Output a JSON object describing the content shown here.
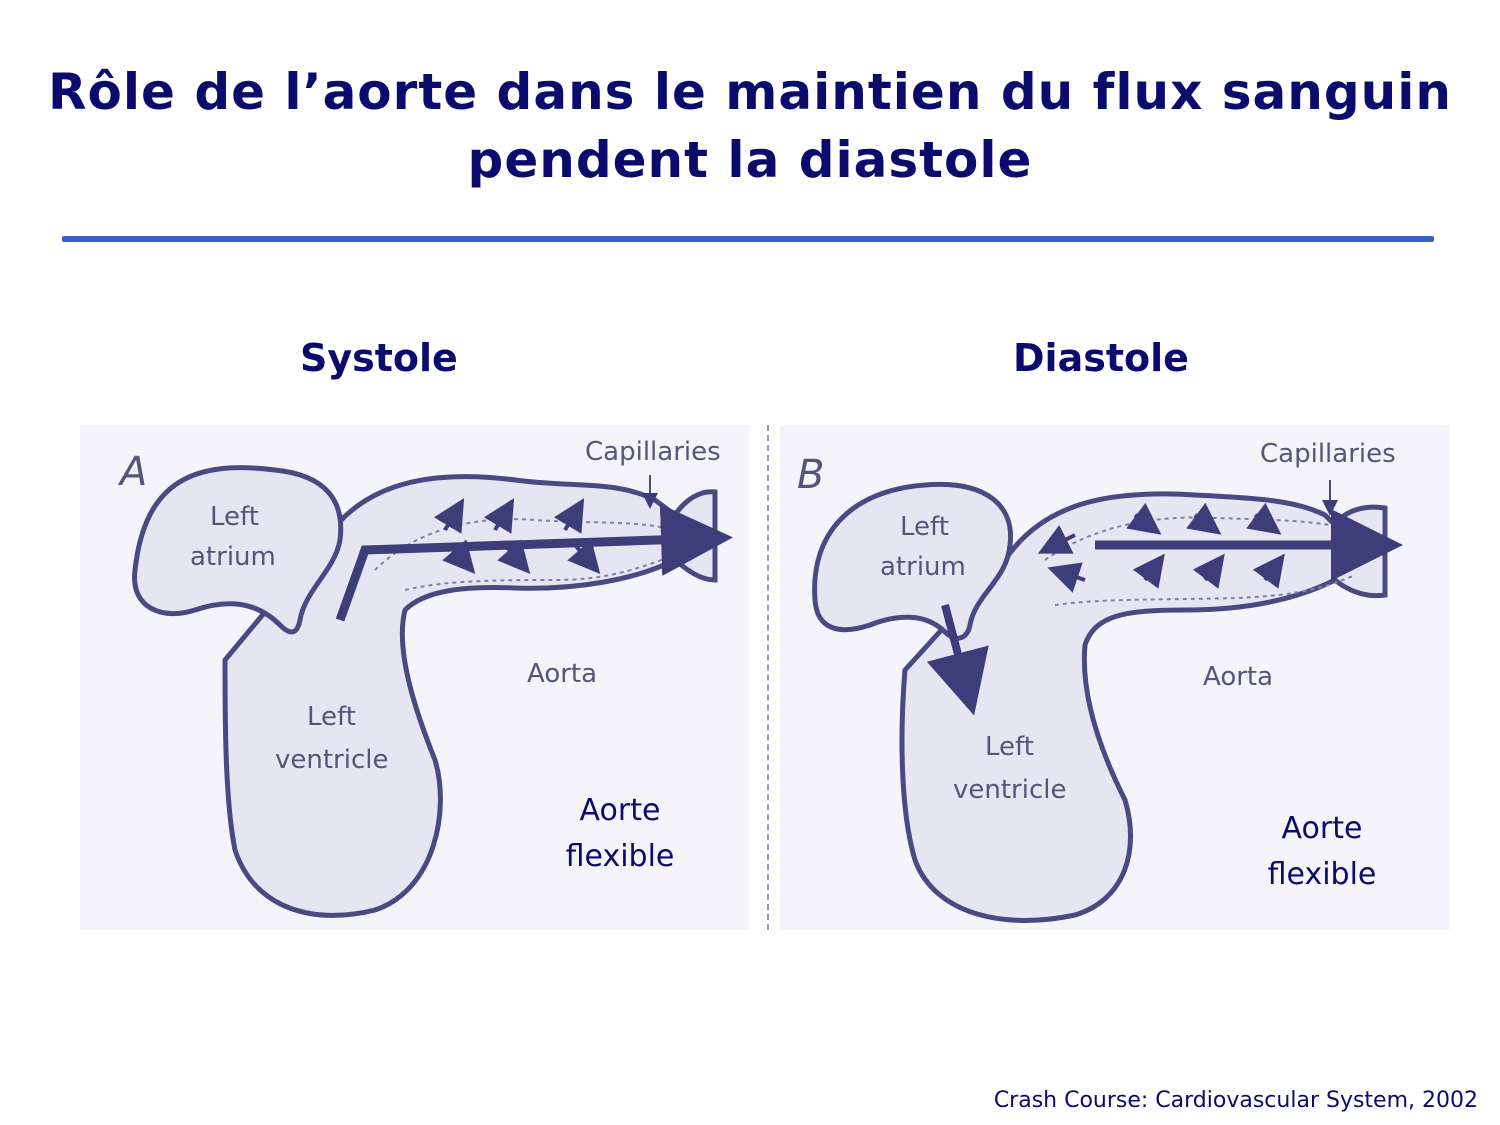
{
  "title_line1": "Rôle de l’aorte dans le maintien du flux sanguin",
  "title_line2": "pendent la diastole",
  "panels": [
    {
      "heading": "Systole",
      "letter": "A",
      "labels": {
        "capillaries": "Capillaries",
        "left_atrium_1": "Left",
        "left_atrium_2": "atrium",
        "aorta": "Aorta",
        "left_ventricle_1": "Left",
        "left_ventricle_2": "ventricle"
      },
      "note_line1": "Aorte",
      "note_line2": "flexible"
    },
    {
      "heading": "Diastole",
      "letter": "B",
      "labels": {
        "capillaries": "Capillaries",
        "left_atrium_1": "Left",
        "left_atrium_2": "atrium",
        "aorta": "Aorta",
        "left_ventricle_1": "Left",
        "left_ventricle_2": "ventricle"
      },
      "note_line1": "Aorte",
      "note_line2": "flexible"
    }
  ],
  "credit": "Crash Course: Cardiovascular System, 2002",
  "colors": {
    "title": "#0b0b6e",
    "rule": "#3a5fc8",
    "diagram_fill": "#e6e6f2",
    "diagram_stroke": "#4a4a82",
    "arrow": "#3d3d7a"
  }
}
